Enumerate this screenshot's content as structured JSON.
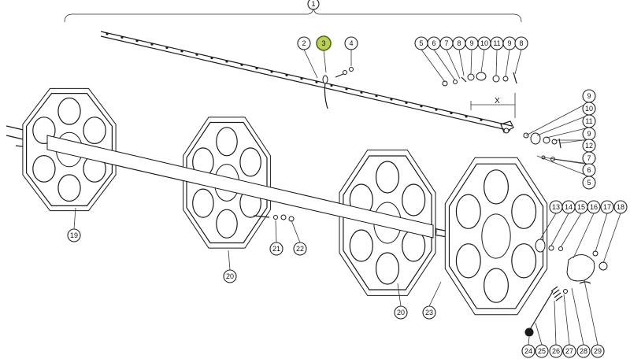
{
  "assembly_label": "1",
  "highlight_color": "#b9cf5a",
  "dimension_label": "X",
  "callouts": {
    "c2": "2",
    "c3": "3",
    "c4": "4",
    "c5a": "5",
    "c6a": "6",
    "c7a": "7",
    "c8a": "8",
    "c9a": "9",
    "c10a": "10",
    "c11a": "11",
    "c9b": "9",
    "c8b": "8",
    "c9c": "9",
    "c10b": "10",
    "c11b": "11",
    "c9d": "9",
    "c12": "12",
    "c7b": "7",
    "c6b": "6",
    "c5b": "5",
    "c13": "13",
    "c14": "14",
    "c15": "15",
    "c16": "16",
    "c17": "17",
    "c18": "18",
    "c19": "19",
    "c20a": "20",
    "c21": "21",
    "c22": "22",
    "c20b": "20",
    "c23": "23",
    "c24": "24",
    "c25": "25",
    "c26": "26",
    "c27": "27",
    "c28": "28",
    "c29": "29"
  }
}
